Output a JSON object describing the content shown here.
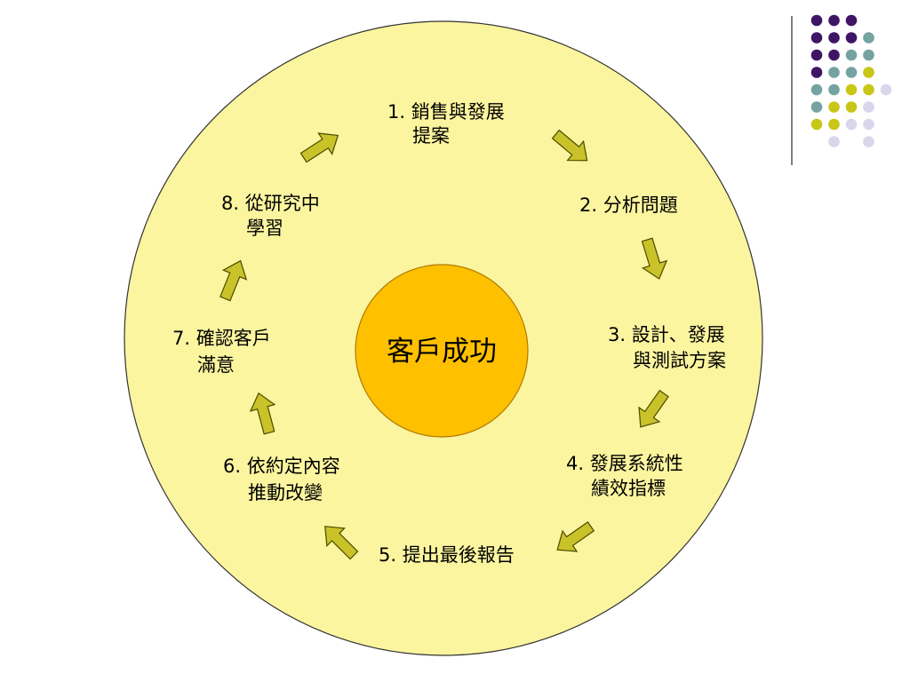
{
  "colors": {
    "outer_circle_fill": "#fbf59f",
    "outer_circle_stroke": "#333333",
    "center_fill": "#ffc000",
    "center_stroke": "#b07a00",
    "arrow_fill": "#c9c229",
    "arrow_stroke": "#4d4a00",
    "dot_purple": "#3f1565",
    "dot_teal": "#74a3a1",
    "dot_yellow": "#c9c617",
    "dot_lavender": "#d9d6ec",
    "divider_line": "#555555"
  },
  "center": {
    "label": "客戶成功"
  },
  "steps": [
    {
      "line1": "1. 銷售與發展",
      "line2": "提案"
    },
    {
      "line1": "2. 分析問題",
      "line2": ""
    },
    {
      "line1": "3. 設計、發展",
      "line2": "與測試方案"
    },
    {
      "line1": "4. 發展系統性",
      "line2": "績效指標"
    },
    {
      "line1": "5. 提出最後報告",
      "line2": ""
    },
    {
      "line1": "6. 依約定內容",
      "line2": "推動改變"
    },
    {
      "line1": "7. 確認客戶",
      "line2": "滿意"
    },
    {
      "line1": "8. 從研究中",
      "line2": "學習"
    }
  ],
  "arrows": [
    {
      "from": "step-1",
      "to": "step-2",
      "icon": "arrow-icon"
    },
    {
      "from": "step-2",
      "to": "step-3",
      "icon": "arrow-icon"
    },
    {
      "from": "step-3",
      "to": "step-4",
      "icon": "arrow-icon"
    },
    {
      "from": "step-4",
      "to": "step-5",
      "icon": "arrow-icon"
    },
    {
      "from": "step-5",
      "to": "step-6",
      "icon": "arrow-icon"
    },
    {
      "from": "step-6",
      "to": "step-7",
      "icon": "arrow-icon"
    },
    {
      "from": "step-7",
      "to": "step-8",
      "icon": "arrow-icon"
    },
    {
      "from": "step-8",
      "to": "step-1",
      "icon": "arrow-icon"
    }
  ],
  "dot_grid": [
    [
      "purple",
      "purple",
      "purple",
      "",
      ""
    ],
    [
      "purple",
      "purple",
      "purple",
      "teal",
      ""
    ],
    [
      "purple",
      "purple",
      "teal",
      "teal",
      ""
    ],
    [
      "purple",
      "teal",
      "teal",
      "yellow",
      ""
    ],
    [
      "teal",
      "teal",
      "yellow",
      "yellow",
      "lavender"
    ],
    [
      "teal",
      "yellow",
      "yellow",
      "lavender",
      ""
    ],
    [
      "yellow",
      "yellow",
      "lavender",
      "lavender",
      ""
    ],
    [
      "",
      "lavender",
      "",
      "lavender",
      ""
    ]
  ]
}
